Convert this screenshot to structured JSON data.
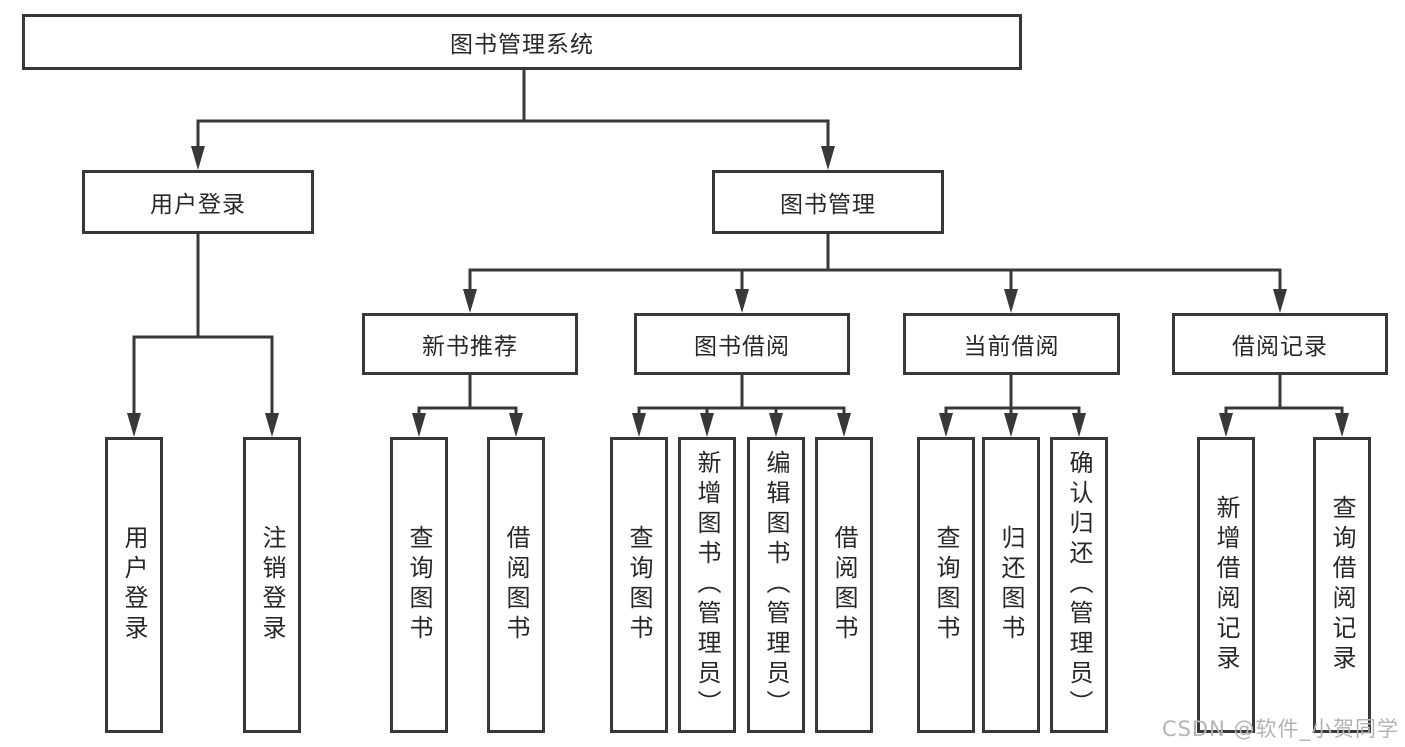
{
  "diagram": {
    "root": {
      "label": "图书管理系统"
    },
    "branches": [
      {
        "label": "用户登录",
        "children": [
          {
            "label": "用户登录"
          },
          {
            "label": "注销登录"
          }
        ]
      },
      {
        "label": "图书管理",
        "children": [
          {
            "label": "新书推荐",
            "children": [
              {
                "label": "查询图书"
              },
              {
                "label": "借阅图书"
              }
            ]
          },
          {
            "label": "图书借阅",
            "children": [
              {
                "label": "查询图书"
              },
              {
                "label": "新增图书（管理员）"
              },
              {
                "label": "编辑图书（管理员）"
              },
              {
                "label": "借阅图书"
              }
            ]
          },
          {
            "label": "当前借阅",
            "children": [
              {
                "label": "查询图书"
              },
              {
                "label": "归还图书"
              },
              {
                "label": "确认归还（管理员）"
              }
            ]
          },
          {
            "label": "借阅记录",
            "children": [
              {
                "label": "新增借阅记录"
              },
              {
                "label": "查询借阅记录"
              }
            ]
          }
        ]
      }
    ]
  },
  "watermark": "CSDN @软件_小贺同学",
  "colors": {
    "line": "#383838",
    "box_border": "#383838",
    "text": "#282828",
    "watermark": "#b4b4b4",
    "background": "#ffffff"
  }
}
